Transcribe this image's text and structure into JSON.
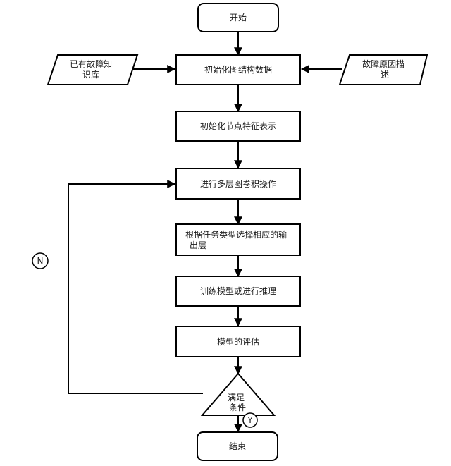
{
  "nodes": {
    "start": "开始",
    "init_graph": "初始化图结构数据",
    "kb_input": [
      "已有故障知",
      "识库"
    ],
    "cause_input": [
      "故障原因描",
      "述"
    ],
    "init_nodes": "初始化节点特征表示",
    "gcn": "进行多层图卷积操作",
    "output_layer": [
      "根据任务类型选择相应的输",
      "出层"
    ],
    "train": "训练模型或进行推理",
    "evaluate": "模型的评估",
    "decision": [
      "满足",
      "条件"
    ],
    "end": "结束"
  },
  "labels": {
    "no": "N",
    "yes": "Y"
  }
}
